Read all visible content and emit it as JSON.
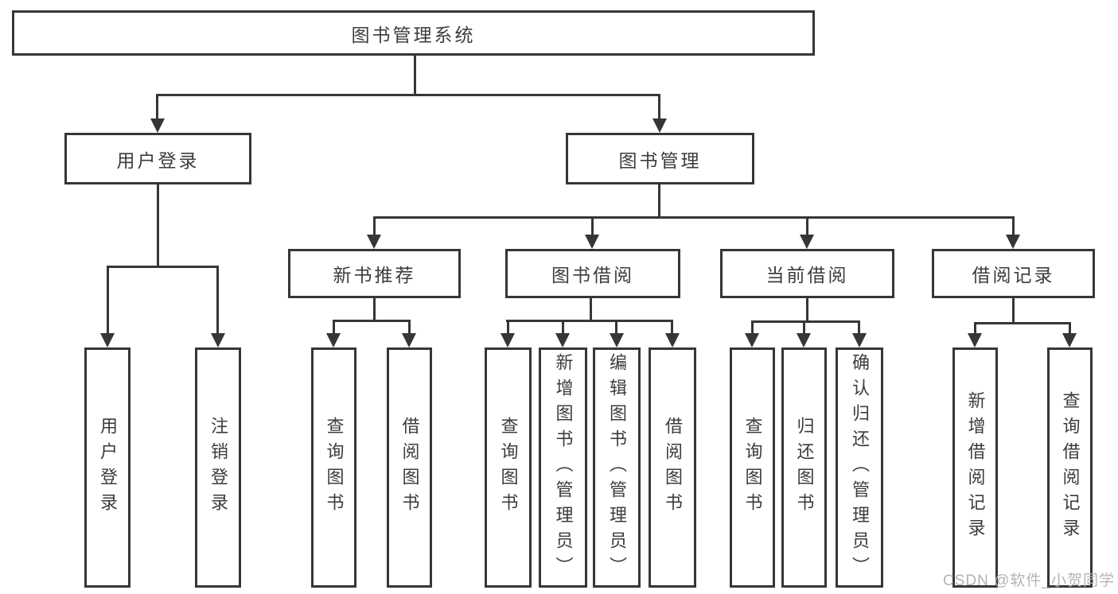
{
  "diagram": {
    "root": {
      "label": "图书管理系统"
    },
    "branches": [
      {
        "label": "用户登录",
        "children": [
          {
            "label": "用户登录"
          },
          {
            "label": "注销登录"
          }
        ]
      },
      {
        "label": "图书管理",
        "children": [
          {
            "label": "新书推荐",
            "children": [
              {
                "label": "查询图书"
              },
              {
                "label": "借阅图书"
              }
            ]
          },
          {
            "label": "图书借阅",
            "children": [
              {
                "label": "查询图书"
              },
              {
                "label": "新增图书（管理员）"
              },
              {
                "label": "编辑图书（管理员）"
              },
              {
                "label": "借阅图书"
              }
            ]
          },
          {
            "label": "当前借阅",
            "children": [
              {
                "label": "查询图书"
              },
              {
                "label": "归还图书"
              },
              {
                "label": "确认归还（管理员）"
              }
            ]
          },
          {
            "label": "借阅记录",
            "children": [
              {
                "label": "新增借阅记录"
              },
              {
                "label": "查询借阅记录"
              }
            ]
          }
        ]
      }
    ]
  },
  "watermark": {
    "text": "CSDN @软件_小贺同学"
  },
  "colors": {
    "line": "#363636",
    "box_border": "#363636",
    "text": "#3c3c3c",
    "watermark": "#b3b3b3",
    "background": "#ffffff"
  }
}
